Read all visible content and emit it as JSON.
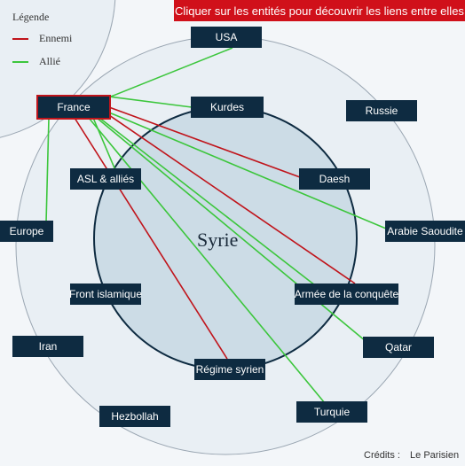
{
  "banner": {
    "text": "Cliquer sur les entités pour découvrir les liens entre elles"
  },
  "legend": {
    "title": "Légende",
    "items": [
      {
        "label": "Ennemi",
        "color": "#c0141b"
      },
      {
        "label": "Allié",
        "color": "#3cc63c"
      }
    ]
  },
  "center": {
    "label": "Syrie"
  },
  "colors": {
    "enemy": "#c0141b",
    "ally": "#3cc63c",
    "node_bg": "#0e2b41",
    "inner_circle": "#ccdce6",
    "outer_circle": "#e9eff4"
  },
  "entities": {
    "usa": "USA",
    "france": "France",
    "kurdes": "Kurdes",
    "russie": "Russie",
    "asl": "ASL & alliés",
    "daesh": "Daesh",
    "europe": "Europe",
    "arabie": "Arabie Saoudite",
    "front": "Front islamique",
    "armee": "Armée de la conquête",
    "iran": "Iran",
    "qatar": "Qatar",
    "regime": "Régime syrien",
    "hezbollah": "Hezbollah",
    "turquie": "Turquie"
  },
  "selected": "France",
  "links": [
    {
      "from": "France",
      "to": "USA",
      "relation": "Allié"
    },
    {
      "from": "France",
      "to": "Kurdes",
      "relation": "Allié"
    },
    {
      "from": "France",
      "to": "ASL & alliés",
      "relation": "Allié"
    },
    {
      "from": "France",
      "to": "Europe",
      "relation": "Allié"
    },
    {
      "from": "France",
      "to": "Daesh",
      "relation": "Ennemi"
    },
    {
      "from": "France",
      "to": "Arabie Saoudite",
      "relation": "Allié"
    },
    {
      "from": "France",
      "to": "Armée de la conquête",
      "relation": "Ennemi"
    },
    {
      "from": "France",
      "to": "Armée de la conquête",
      "relation": "Allié"
    },
    {
      "from": "France",
      "to": "Qatar",
      "relation": "Allié"
    },
    {
      "from": "France",
      "to": "Turquie",
      "relation": "Allié"
    },
    {
      "from": "France",
      "to": "Régime syrien",
      "relation": "Ennemi"
    }
  ],
  "credits": {
    "label": "Crédits :",
    "source": "Le Parisien"
  }
}
